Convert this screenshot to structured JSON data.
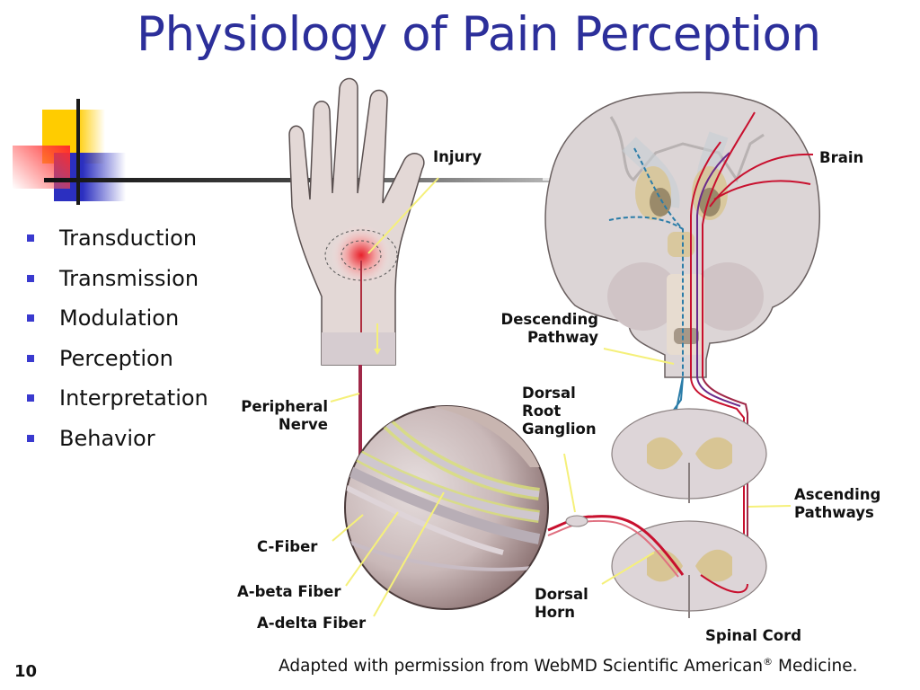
{
  "slide": {
    "title": "Physiology of Pain Perception",
    "number": "10",
    "credit_text": "Adapted with permission from WebMD Scientific American",
    "credit_mark": "®",
    "credit_end": " Medicine."
  },
  "bullets": [
    {
      "label": "Transduction"
    },
    {
      "label": "Transmission"
    },
    {
      "label": "Modulation"
    },
    {
      "label": "Perception"
    },
    {
      "label": "Interpretation"
    },
    {
      "label": "Behavior"
    }
  ],
  "diagram": {
    "labels": {
      "injury": "Injury",
      "brain": "Brain",
      "descending_1": "Descending",
      "descending_2": "Pathway",
      "peripheral_1": "Peripheral",
      "peripheral_2": "Nerve",
      "drg_1": "Dorsal",
      "drg_2": "Root",
      "drg_3": "Ganglion",
      "ascending_1": "Ascending",
      "ascending_2": "Pathways",
      "c_fiber": "C-Fiber",
      "a_beta": "A-beta Fiber",
      "a_delta": "A-delta Fiber",
      "dorsal_horn_1": "Dorsal",
      "dorsal_horn_2": "Horn",
      "spinal_cord": "Spinal Cord"
    },
    "colors": {
      "title": "#2c2f9a",
      "bullet": "#3a3acf",
      "nerve_red": "#c8102e",
      "descending_blue": "#2a7ca8",
      "pointer_yellow": "#f5f07a",
      "tissue": "#d8d0d4",
      "gray_matter": "#d8c594"
    }
  }
}
